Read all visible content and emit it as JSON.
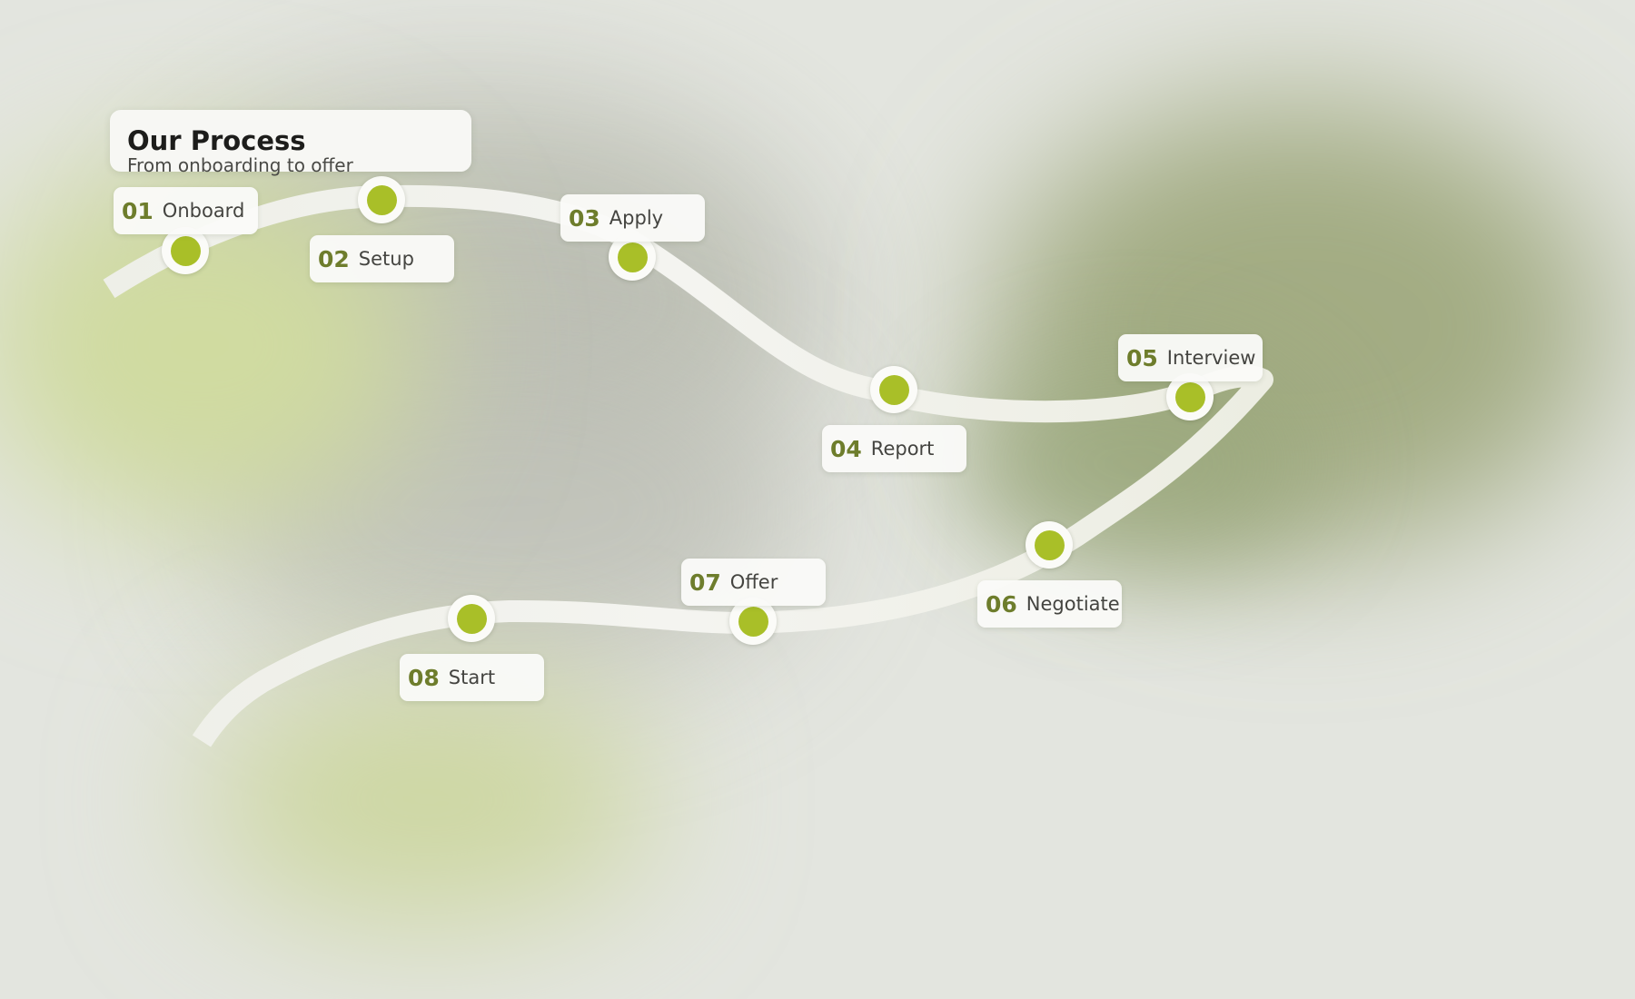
{
  "title": "Our Process",
  "subtitle": "From onboarding to offer",
  "colors": {
    "accent": "#a9bf28",
    "number": "#6e7d2c",
    "path": "#f4f4ef",
    "card": "#f7f7f4"
  },
  "steps": [
    {
      "num": "01",
      "label": "Onboard"
    },
    {
      "num": "02",
      "label": "Setup"
    },
    {
      "num": "03",
      "label": "Apply"
    },
    {
      "num": "04",
      "label": "Report"
    },
    {
      "num": "05",
      "label": "Interview"
    },
    {
      "num": "06",
      "label": "Negotiate"
    },
    {
      "num": "07",
      "label": "Offer"
    },
    {
      "num": "08",
      "label": "Start"
    }
  ]
}
